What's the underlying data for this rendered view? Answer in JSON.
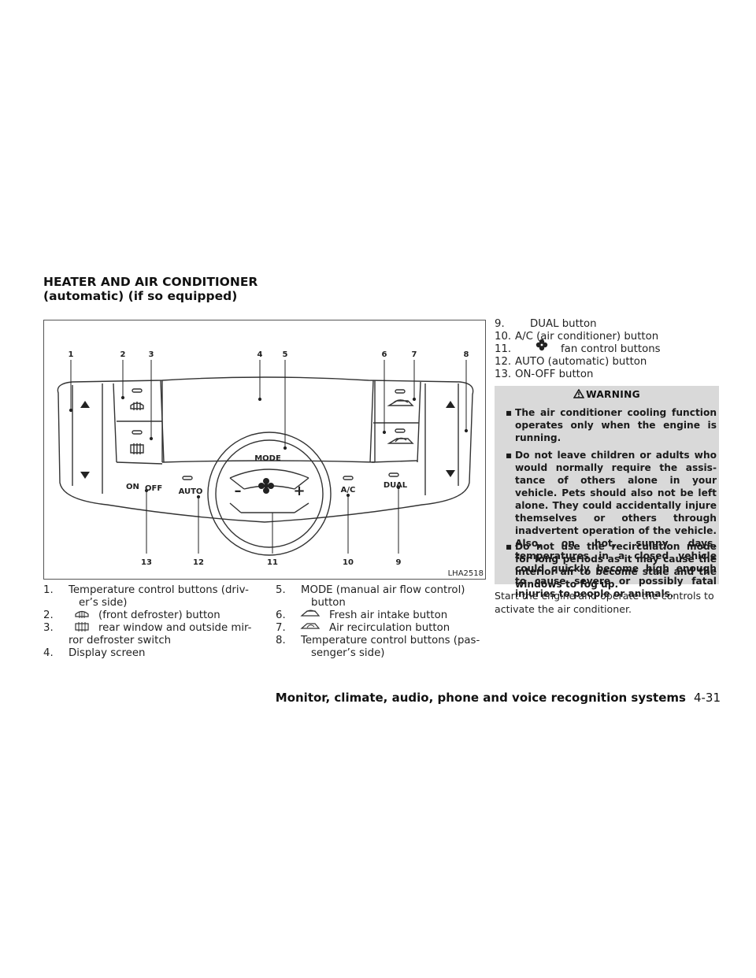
{
  "section": {
    "title_line1": "HEATER AND AIR CONDITIONER",
    "title_line2": "(automatic) (if so equipped)"
  },
  "figure": {
    "code": "LHA2518",
    "callouts": [
      "1",
      "2",
      "3",
      "4",
      "5",
      "6",
      "7",
      "8",
      "9",
      "10",
      "11",
      "12",
      "13"
    ],
    "panel_labels": {
      "mode": "MODE",
      "auto": "AUTO",
      "on": "ON",
      "off": "OFF",
      "ac": "A/C",
      "dual": "DUAL",
      "minus": "–",
      "plus": "+"
    }
  },
  "list_left": [
    {
      "num": "1.",
      "text_line1": "Temperature control buttons (driv-",
      "text_line2": "er’s side)"
    },
    {
      "num": "2.",
      "icon": "front-defroster-icon",
      "text": "(front defroster) button"
    },
    {
      "num": "3.",
      "icon": "rear-defroster-icon",
      "text_line1": "rear window and outside mir-",
      "text_line2": "ror defroster switch"
    },
    {
      "num": "4.",
      "text": "Display screen"
    }
  ],
  "list_middle": [
    {
      "num": "5.",
      "text_line1": "MODE (manual air flow control)",
      "text_line2": "button"
    },
    {
      "num": "6.",
      "icon": "fresh-air-icon",
      "text": "Fresh air intake button"
    },
    {
      "num": "7.",
      "icon": "air-recirculation-icon",
      "text": "Air recirculation button"
    },
    {
      "num": "8.",
      "text_line1": "Temperature control buttons (pas-",
      "text_line2": "senger’s side)"
    }
  ],
  "list_right": [
    {
      "num": "9.",
      "text": "DUAL button"
    },
    {
      "num": "10.",
      "text": "A/C (air conditioner) button"
    },
    {
      "num": "11.",
      "icon": "fan-icon",
      "text": "fan control buttons"
    },
    {
      "num": "12.",
      "text": "AUTO (automatic) button"
    },
    {
      "num": "13.",
      "text": "ON-OFF button"
    }
  ],
  "warning": {
    "heading": "WARNING",
    "bullet": "▪",
    "bullets": [
      "The air conditioner cooling function operates only when the engine is running.",
      "Do not leave children or adults who would normally require the assis­tance of others alone in your vehicle. Pets should also not be left alone. They could accidentally injure them­selves or others through inadvertent operation of the vehicle. Also, on hot, sunny days, temperatures in a closed vehicle could quickly become high enough to cause severe or possibly fatal injuries to people or animals.",
      "Do not use the recirculation mode for long periods as it may cause the inte­rior air to become stale and the win­dows to fog up."
    ]
  },
  "body_text": "Start the engine and operate the controls to activate the air conditioner.",
  "footer": {
    "chapter": "Monitor, climate, audio, phone and voice recognition systems",
    "page": "4-31"
  }
}
